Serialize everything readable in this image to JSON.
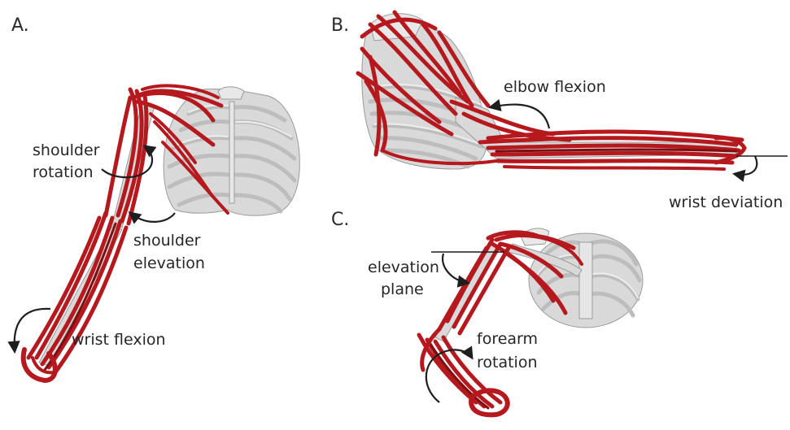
{
  "panels": [
    {
      "label": "A.",
      "annotations": [
        "shoulder",
        "rotation",
        "shoulder",
        "elevation",
        "wrist flexion"
      ]
    },
    {
      "label": "B.",
      "annotations": [
        "elbow flexion",
        "wrist deviation"
      ]
    },
    {
      "label": "C.",
      "annotations": [
        "elevation",
        "plane",
        "forearm",
        "rotation"
      ]
    }
  ],
  "colors": {
    "muscle": "#b5191e",
    "bone": "#d9d9d9",
    "annotation_text": "#262626"
  },
  "icons": [
    "curved-arrow-icon"
  ]
}
